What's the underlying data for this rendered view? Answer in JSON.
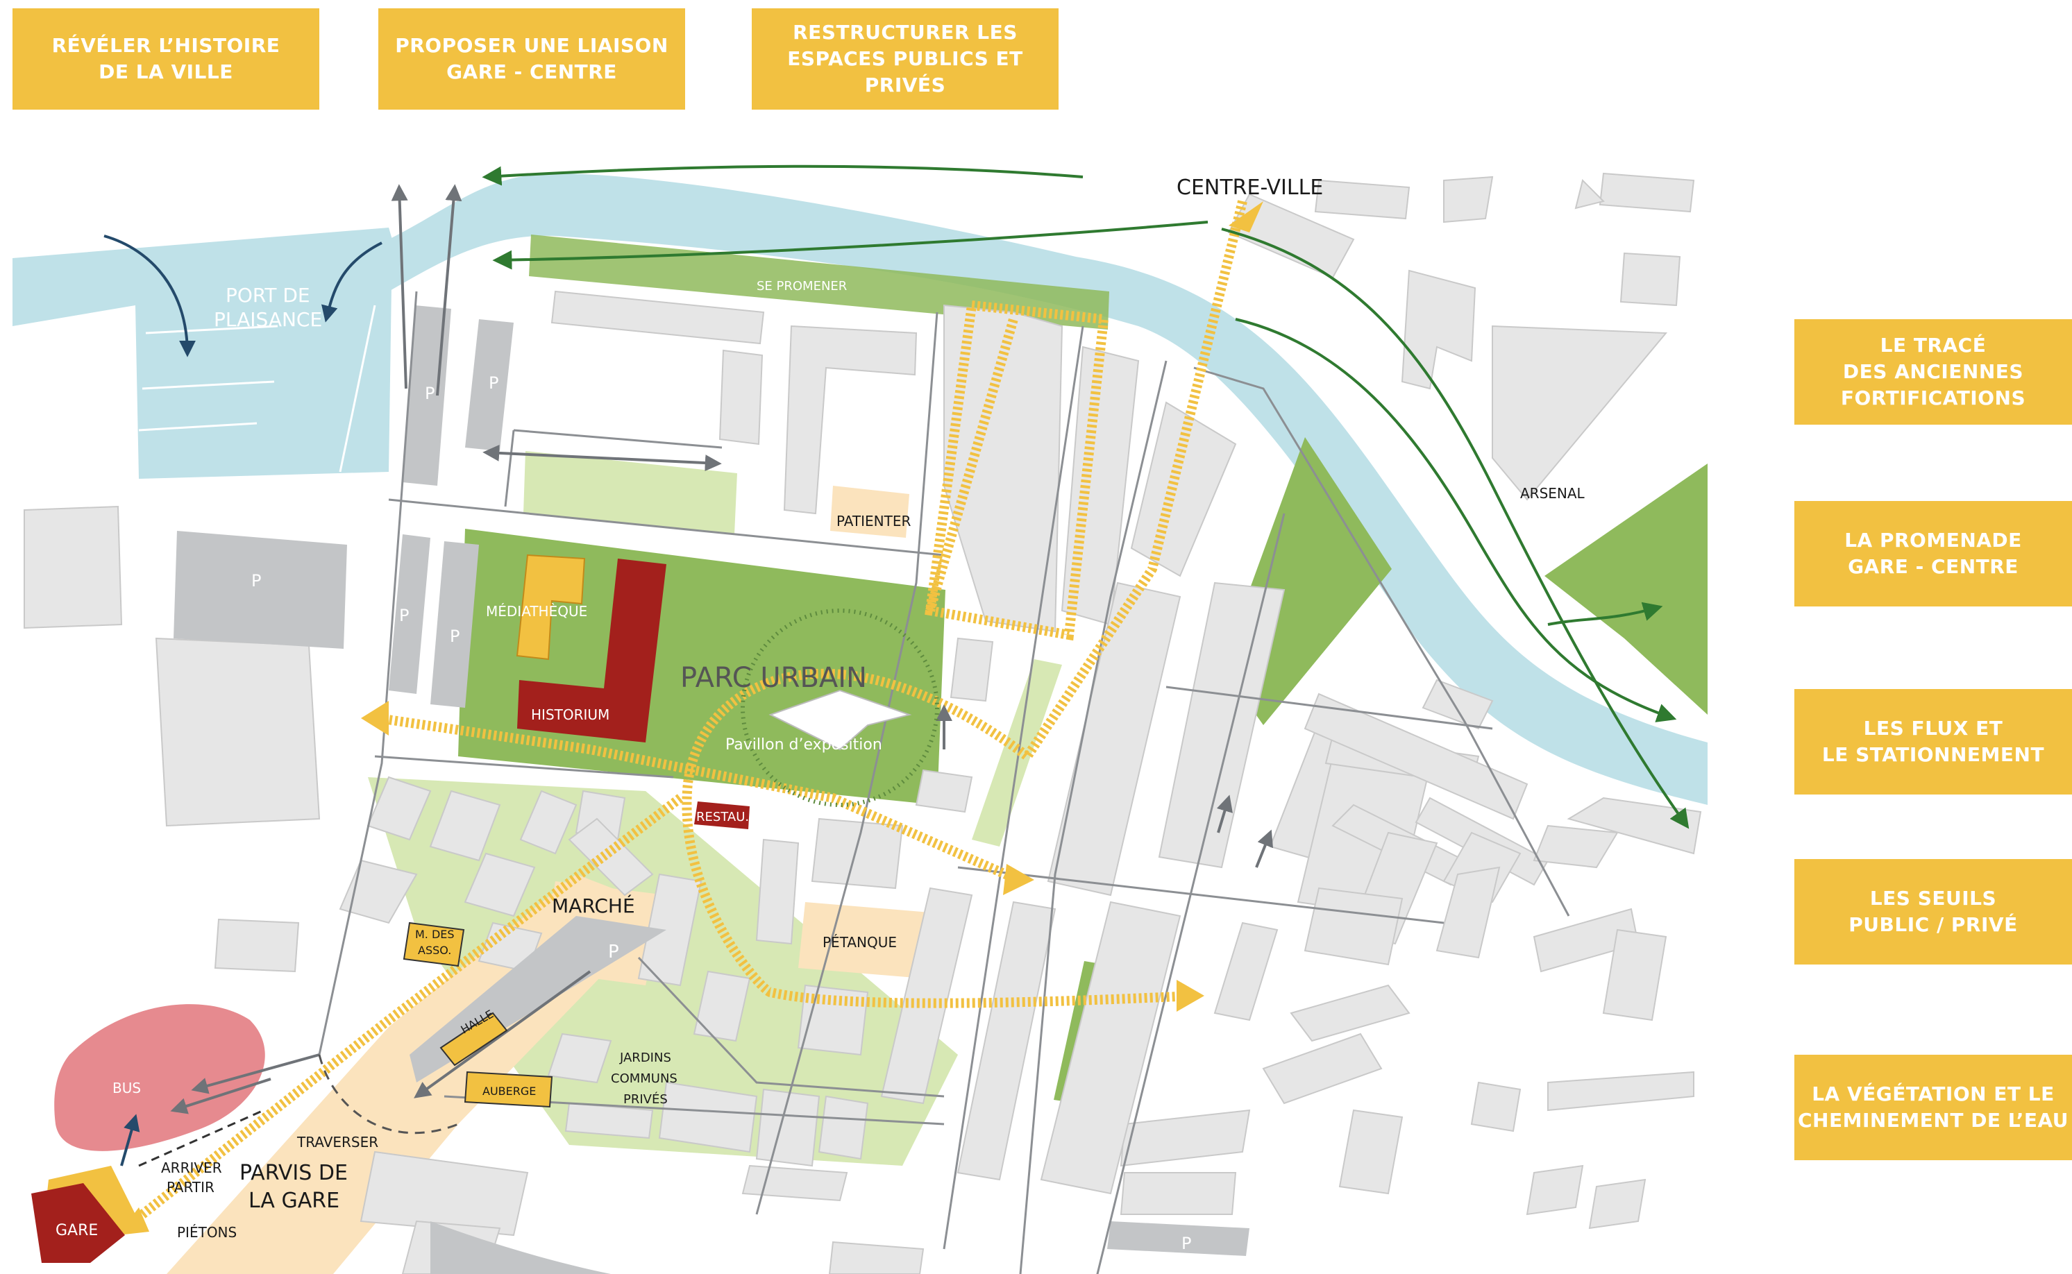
{
  "objectives": [
    {
      "label": "RÉVÉLER  L’HISTOIRE\nDE LA VILLE"
    },
    {
      "label": "PROPOSER UNE LIAISON\nGARE - CENTRE"
    },
    {
      "label": "RESTRUCTURER LES\nESPACES PUBLICS ET PRIVÉS"
    }
  ],
  "themes": [
    {
      "label": "LE TRACÉ\nDES ANCIENNES\nFORTIFICATIONS"
    },
    {
      "label": "LA PROMENADE\nGARE - CENTRE"
    },
    {
      "label": "LES FLUX ET\nLE STATIONNEMENT"
    },
    {
      "label": "LES SEUILS\nPUBLIC / PRIVÉ"
    },
    {
      "label": "LA VÉGÉTATION  ET LE\nCHEMINEMENT DE L’EAU"
    }
  ],
  "map": {
    "centre_ville": "CENTRE-VILLE",
    "port_line1": "PORT DE",
    "port_line2": "PLAISANCE",
    "se_promener": "SE PROMENER",
    "arsenal": "ARSENAL",
    "patienter": "PATIENTER",
    "mediatheque": "MÉDIATHÈQUE",
    "historium": "HISTORIUM",
    "parc_urbain": "PARC URBAIN",
    "pavillon": "Pavillon d’exposition",
    "restau": "RESTAU.",
    "marche": "MARCHÉ",
    "petanque": "PÉTANQUE",
    "m_des_line1": "M. DES",
    "m_des_line2": "ASSO.",
    "halle": "HALLE",
    "auberge": "AUBERGE",
    "jardins_line1": "JARDINS",
    "jardins_line2": "COMMUNS",
    "jardins_line3": "PRIVÉS",
    "bus": "BUS",
    "traverser": "TRAVERSER",
    "arriver": "ARRIVER",
    "partir": "PARTIR",
    "parvis_line1": "PARVIS DE",
    "parvis_line2": "LA GARE",
    "gare": "GARE",
    "pietons": "PIÉTONS",
    "parking": "P"
  },
  "colors": {
    "accent_yellow": "#f2c141",
    "water": "#bfe1e8",
    "park_green": "#8fba5c",
    "light_green": "#d7e8b4",
    "building": "#e6e6e6",
    "monument_red": "#a3201c",
    "bus_zone": "#e68a8f",
    "parvis": "#fbe3bd",
    "flow_green": "#2f7a30",
    "flow_grey": "#6f7378"
  }
}
